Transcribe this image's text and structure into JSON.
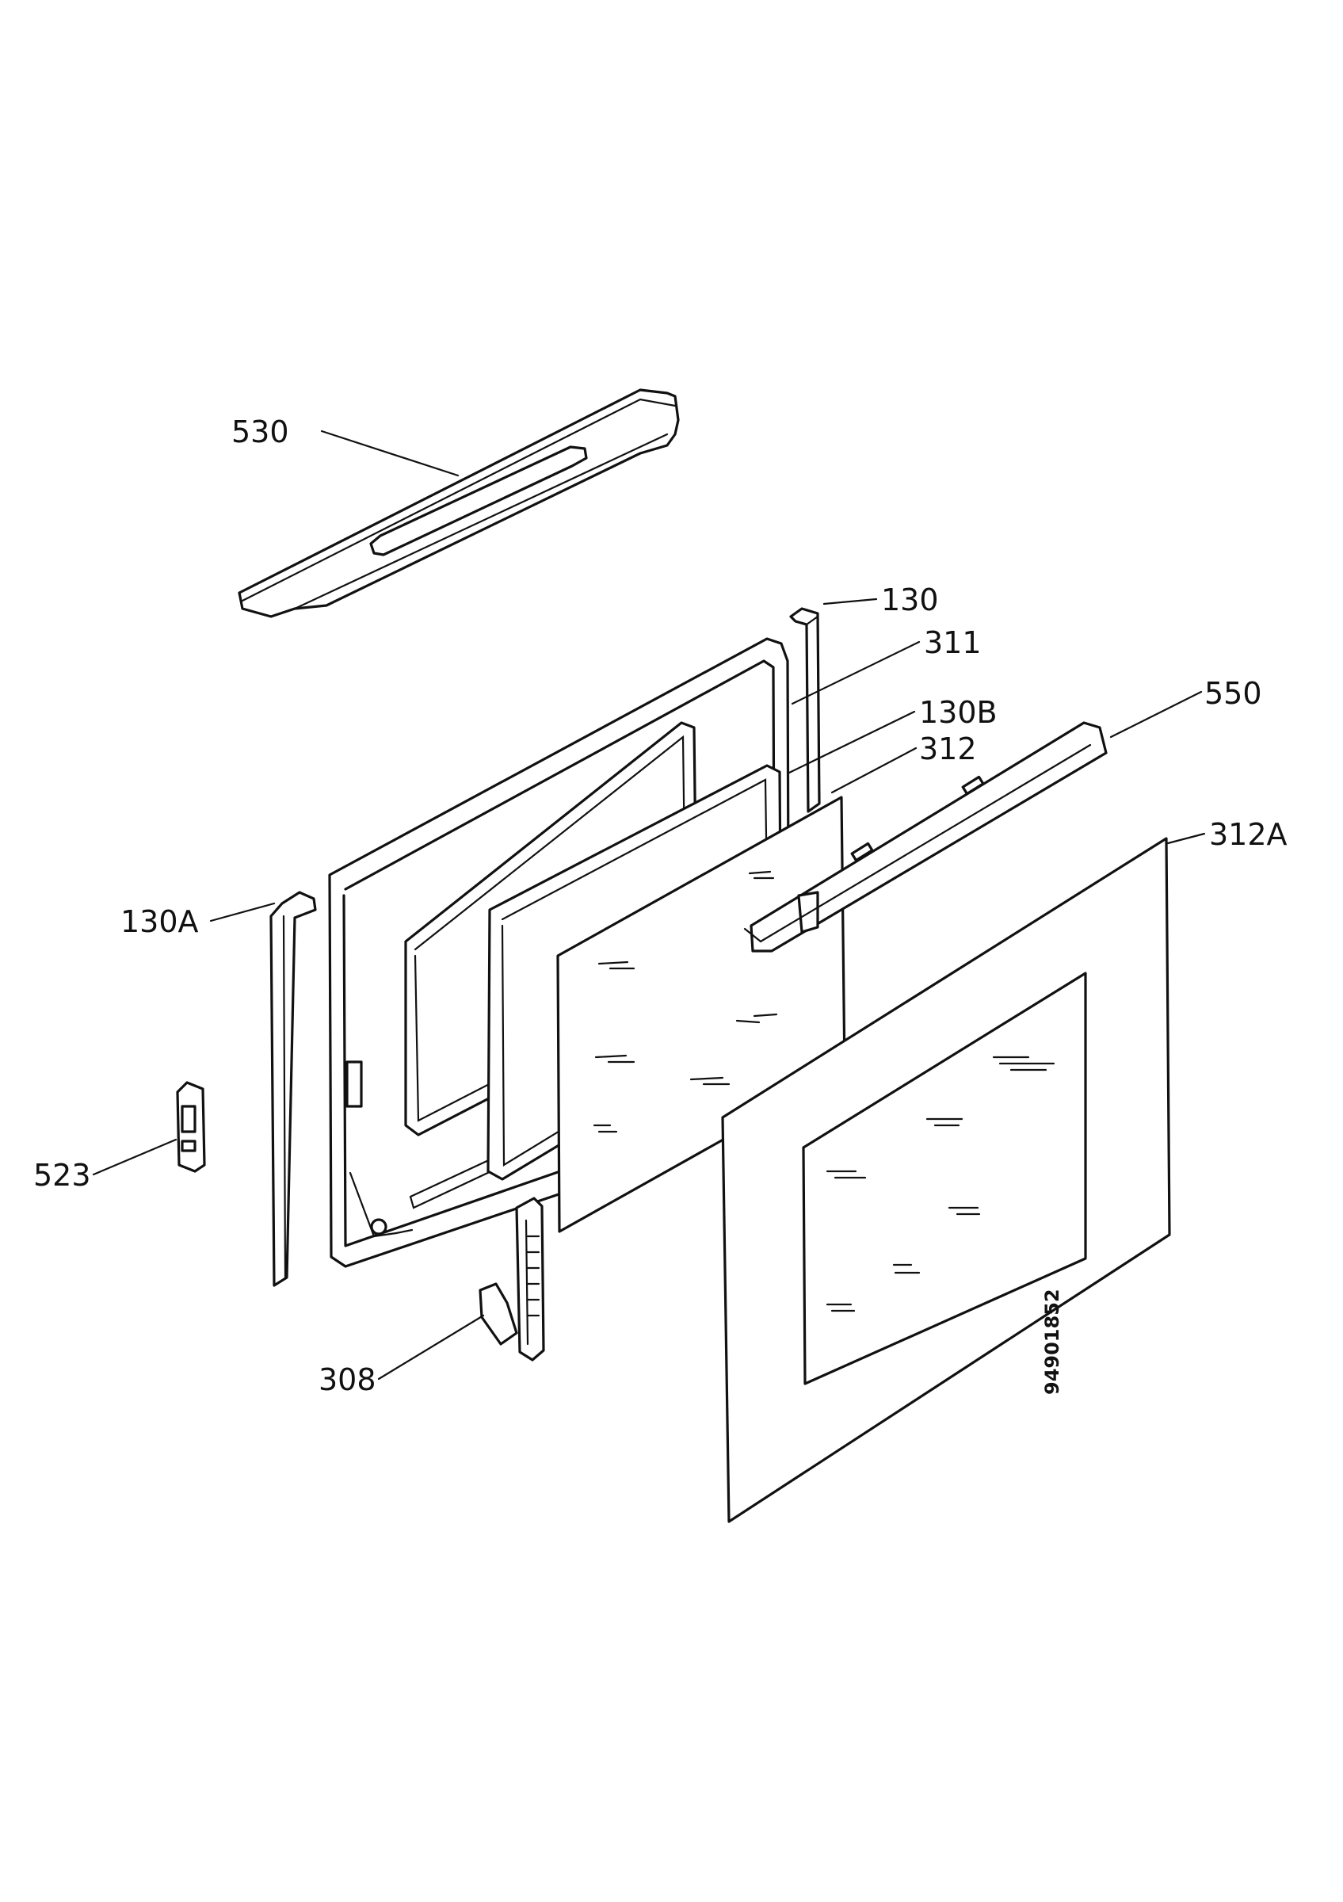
{
  "diagram": {
    "labels": {
      "p530": "530",
      "p130": "130",
      "p311": "311",
      "p550": "550",
      "p130b": "130B",
      "p312": "312",
      "p312a": "312A",
      "p130a": "130A",
      "p523": "523",
      "p308": "308"
    },
    "drawing_code": "94901852"
  }
}
